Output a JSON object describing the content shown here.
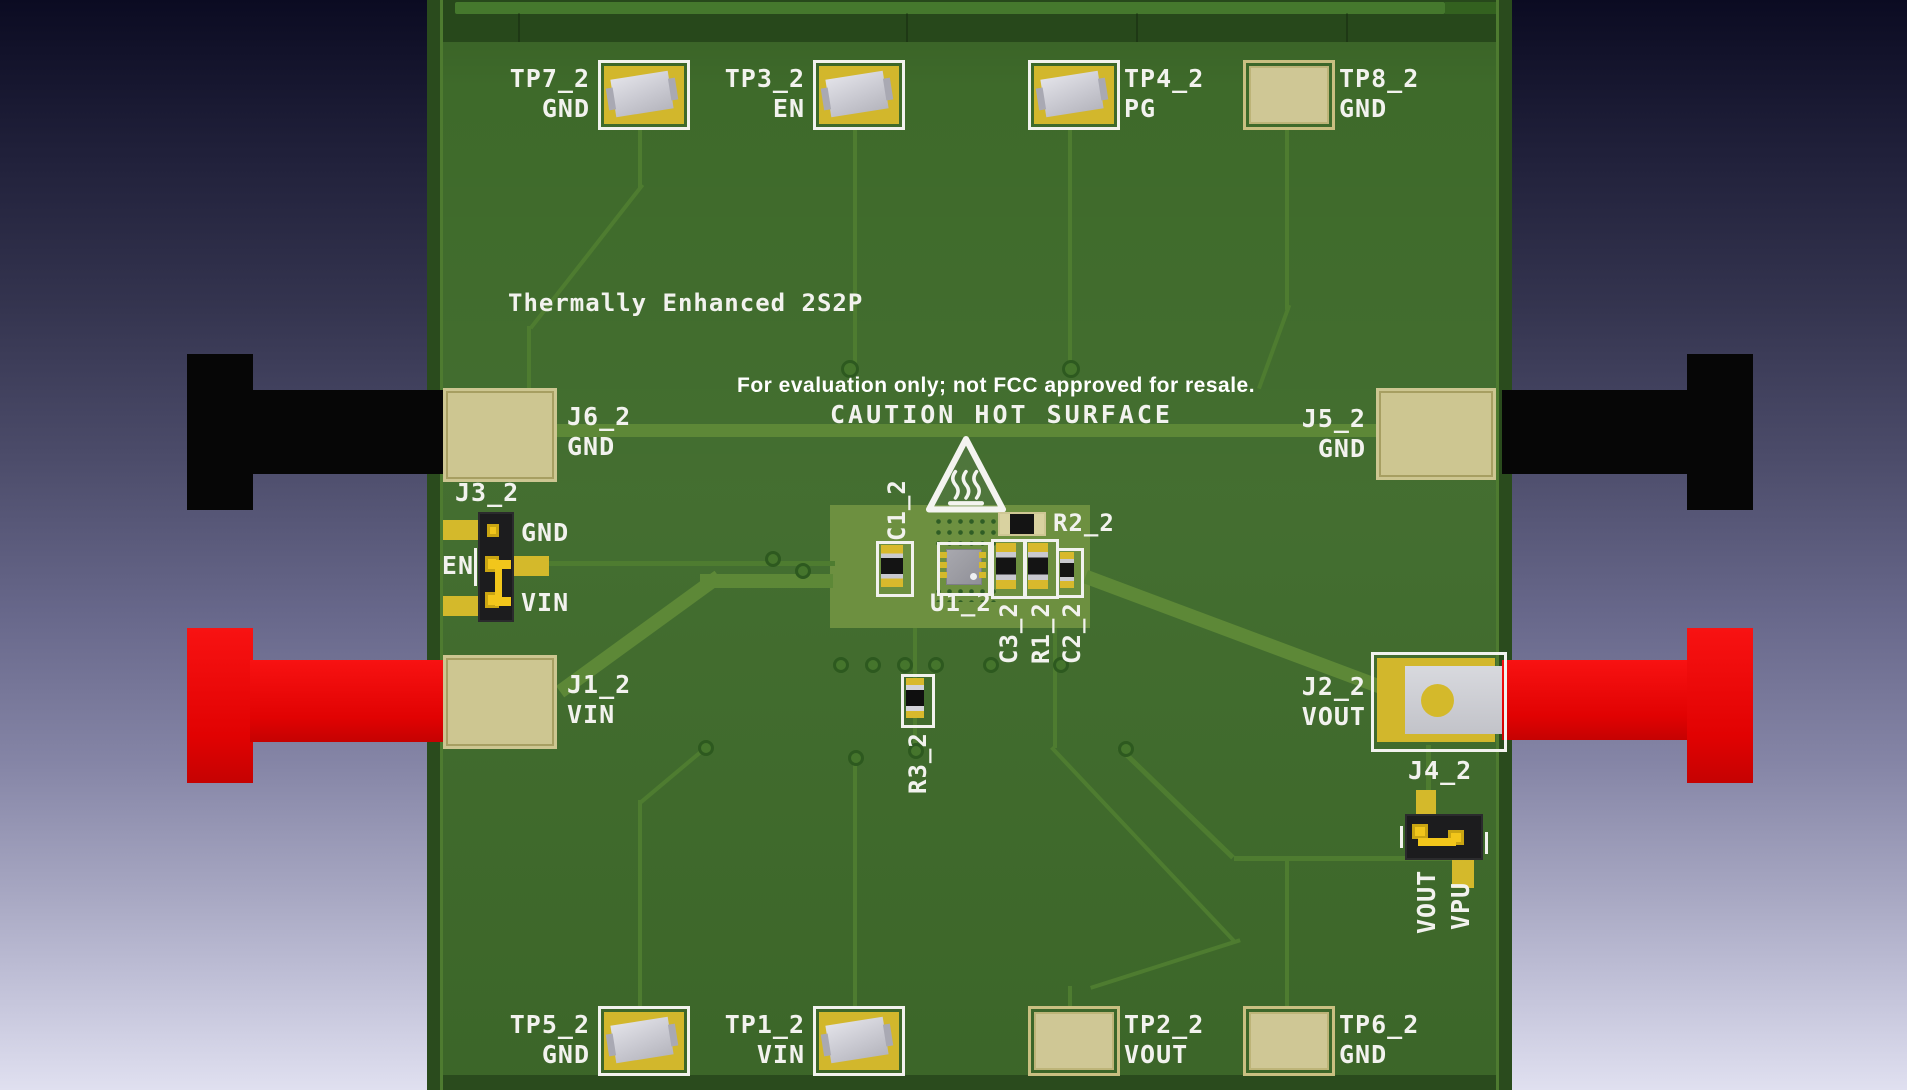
{
  "silkscreen": {
    "thermal_note": "Thermally Enhanced 2S2P",
    "eval_note": "For evaluation only; not FCC approved for resale.",
    "caution_note": "CAUTION HOT SURFACE"
  },
  "test_points": [
    {
      "refdes": "TP7_2",
      "net": "GND"
    },
    {
      "refdes": "TP3_2",
      "net": "EN"
    },
    {
      "refdes": "TP4_2",
      "net": "PG"
    },
    {
      "refdes": "TP8_2",
      "net": "GND"
    },
    {
      "refdes": "TP5_2",
      "net": "GND"
    },
    {
      "refdes": "TP1_2",
      "net": "VIN"
    },
    {
      "refdes": "TP2_2",
      "net": "VOUT"
    },
    {
      "refdes": "TP6_2",
      "net": "GND"
    }
  ],
  "connectors": [
    {
      "refdes": "J6_2",
      "net": "GND"
    },
    {
      "refdes": "J5_2",
      "net": "GND"
    },
    {
      "refdes": "J1_2",
      "net": "VIN"
    },
    {
      "refdes": "J2_2",
      "net": "VOUT"
    }
  ],
  "jumpers": [
    {
      "refdes": "J3_2",
      "pins": [
        "GND",
        "EN",
        "VIN"
      ]
    },
    {
      "refdes": "J4_2",
      "pins": [
        "VOUT",
        "VPU"
      ]
    }
  ],
  "components": [
    {
      "refdes": "C1_2"
    },
    {
      "refdes": "U1_2"
    },
    {
      "refdes": "R2_2"
    },
    {
      "refdes": "C3_2"
    },
    {
      "refdes": "R1_2"
    },
    {
      "refdes": "C2_2"
    },
    {
      "refdes": "R3_2"
    }
  ],
  "colors": {
    "background_top": "#0b0b22",
    "background_bottom": "#e0e0f0",
    "board_green": "#3e6a2a",
    "copper_pour": "#6d9040",
    "trace_green": "#5d8837",
    "pad_yellow": "#d2b72c",
    "pad_beige": "#cdc691",
    "silkscreen_white": "#f2f2ee",
    "wire_red": "#e90505",
    "connector_black": "#060606",
    "shunt_yellow": "#f2c61b"
  }
}
